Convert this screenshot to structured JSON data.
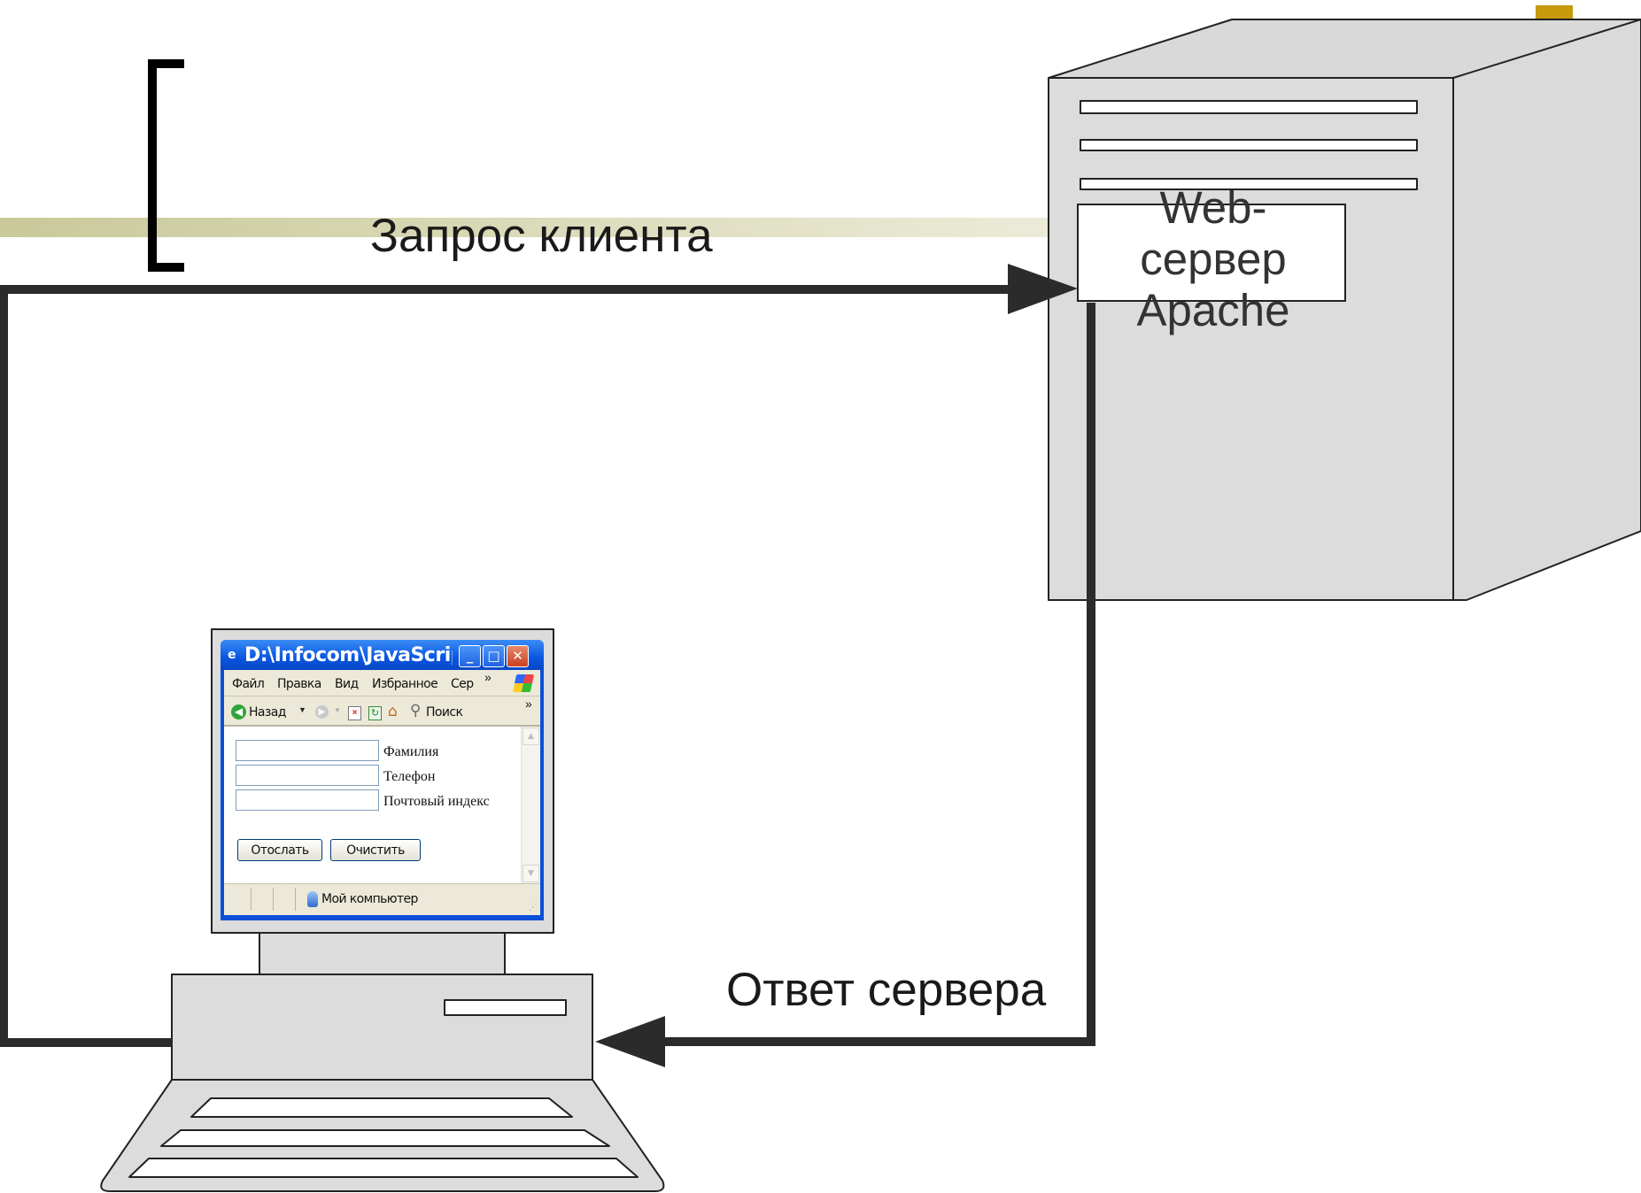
{
  "labels": {
    "request": "Запрос клиента",
    "response": "Ответ сервера",
    "server": "Web-\nсервер\nApache"
  },
  "browser": {
    "title": "D:\\Infocom\\JavaScrip...",
    "menu": [
      "Файл",
      "Правка",
      "Вид",
      "Избранное",
      "Сер"
    ],
    "toolbar": {
      "back": "Назад",
      "search": "Поиск"
    },
    "form_fields": [
      {
        "label": "Фамилия",
        "value": ""
      },
      {
        "label": "Телефон",
        "value": ""
      },
      {
        "label": "Почтовый индекс",
        "value": ""
      }
    ],
    "buttons": {
      "submit": "Отослать",
      "clear": "Очистить"
    },
    "status": "Мой компьютер"
  },
  "icons": [
    "ie-icon",
    "minimize-icon",
    "maximize-icon",
    "close-icon",
    "windows-logo-icon",
    "back-arrow-icon",
    "forward-arrow-icon",
    "stop-icon",
    "refresh-icon",
    "home-icon",
    "search-icon",
    "computer-zone-icon"
  ],
  "colors": {
    "accent_bar": "#c9c99a",
    "connector": "#2b2b2b",
    "device_fill": "#dcdcdc",
    "slide_mark": "#c79a0e",
    "xp_blue": "#0a4fd8"
  }
}
